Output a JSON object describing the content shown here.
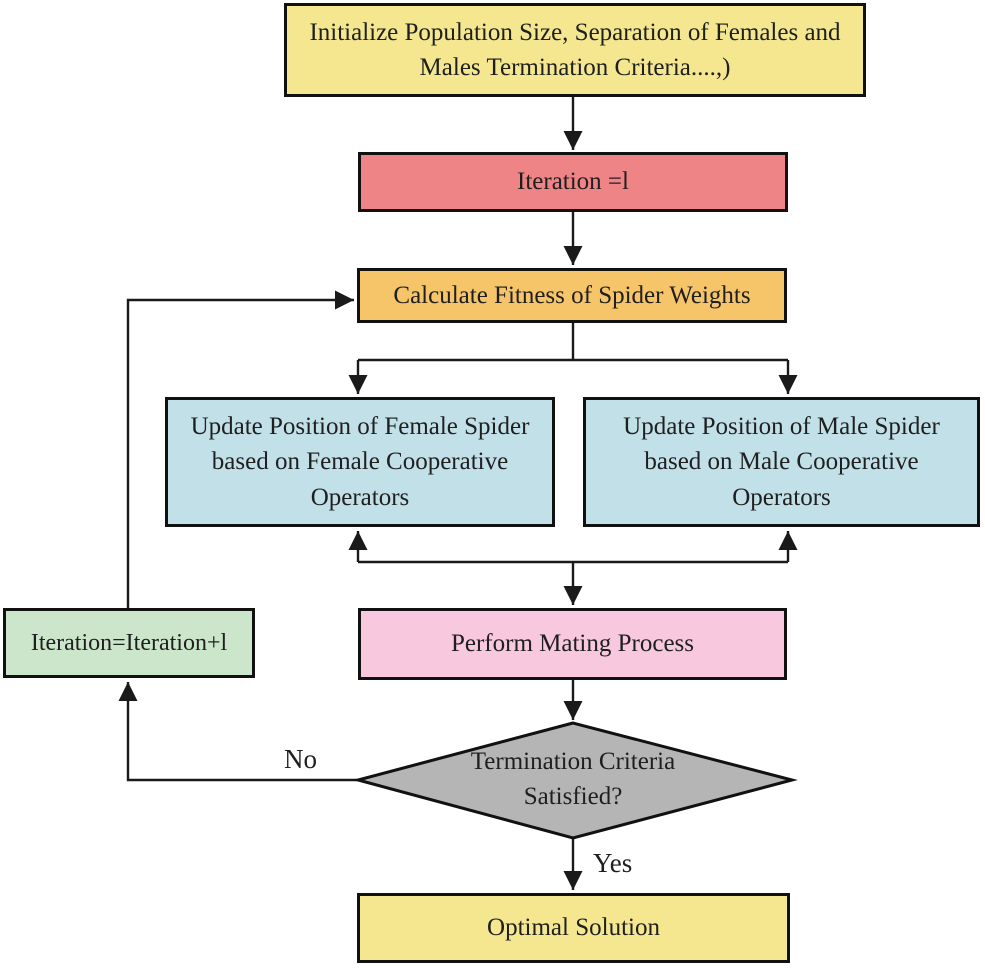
{
  "colors": {
    "background": "#ffffff",
    "line": "#1a1a1a",
    "border": "#111111",
    "text": "#1f1f1f",
    "yellow": "#f4e78f",
    "red": "#ee8486",
    "orange": "#f6c469",
    "blue": "#c1e0e8",
    "pink": "#f8c8de",
    "green": "#cbe6ca",
    "gray": "#b5b5b5"
  },
  "nodes": {
    "initialize": {
      "label": "Initialize Population Size, Separation of Females and Males Termination Criteria....,)",
      "fill": "#f4e78f"
    },
    "iteration_init": {
      "label": "Iteration =l",
      "fill": "#ee8486"
    },
    "calculate_fitness": {
      "label": "Calculate Fitness of Spider Weights",
      "fill": "#f6c469"
    },
    "update_female": {
      "label": "Update Position of Female Spider based on Female Cooperative Operators",
      "fill": "#c1e0e8"
    },
    "update_male": {
      "label": "Update Position of Male Spider based on Male Cooperative Operators",
      "fill": "#c1e0e8"
    },
    "mating": {
      "label": "Perform Mating Process",
      "fill": "#f8c8de"
    },
    "termination": {
      "label": "Termination Criteria Satisfied?",
      "fill": "#b5b5b5"
    },
    "iteration_increment": {
      "label": "Iteration=Iteration+l",
      "fill": "#cbe6ca"
    },
    "optimal": {
      "label": "Optimal Solution",
      "fill": "#f4e78f"
    }
  },
  "edge_labels": {
    "no": "No",
    "yes": "Yes"
  }
}
